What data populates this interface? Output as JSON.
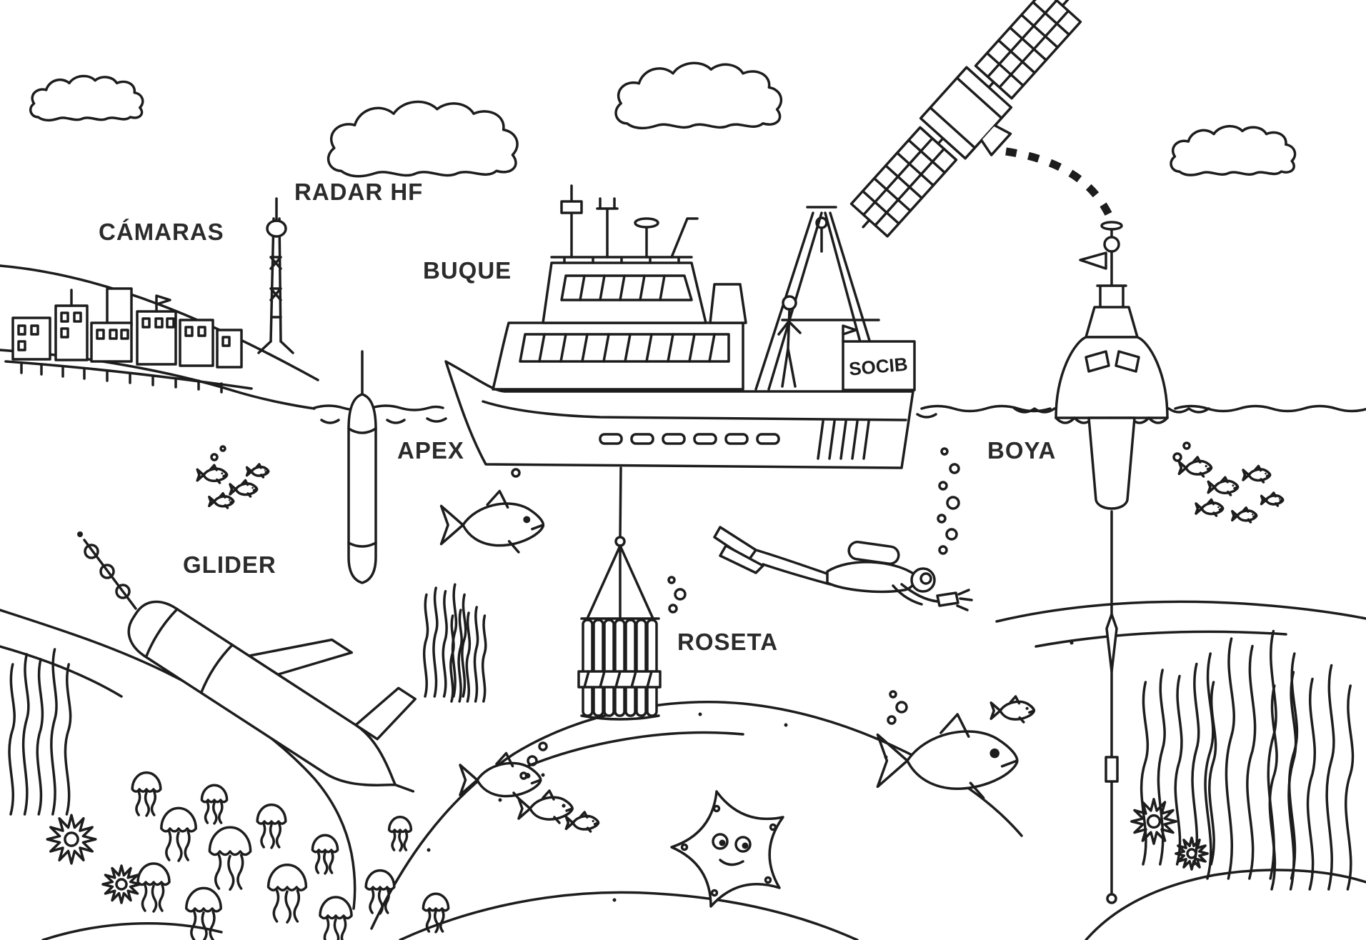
{
  "labels": {
    "camaras": "CÁMARAS",
    "radar_hf": "RADAR HF",
    "buque": "BUQUE",
    "apex": "APEX",
    "boya": "BOYA",
    "glider": "GLIDER",
    "roseta": "ROSETA"
  },
  "ship": {
    "logo": "SOCIB"
  },
  "colors": {
    "ink": "#1d1d1d",
    "background": "#ffffff",
    "label_text": "#2b2b2b"
  }
}
